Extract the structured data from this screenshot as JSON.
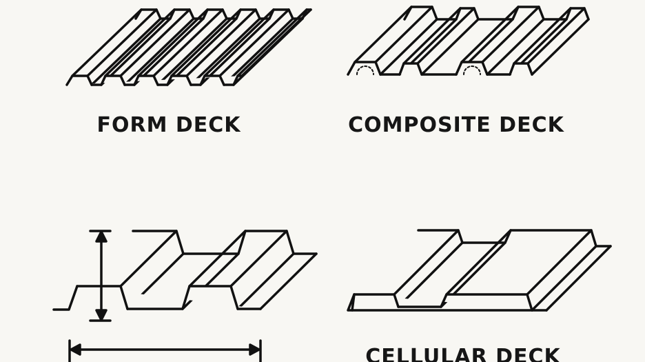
{
  "colors": {
    "background": "#f8f7f3",
    "ink": "#111111"
  },
  "panels": [
    {
      "id": "form",
      "label": "FORM DECK"
    },
    {
      "id": "composite",
      "label": "COMPOSITE DECK"
    },
    {
      "id": "dimensioned",
      "label": ""
    },
    {
      "id": "cellular",
      "label": "CELLULAR DECK"
    }
  ]
}
